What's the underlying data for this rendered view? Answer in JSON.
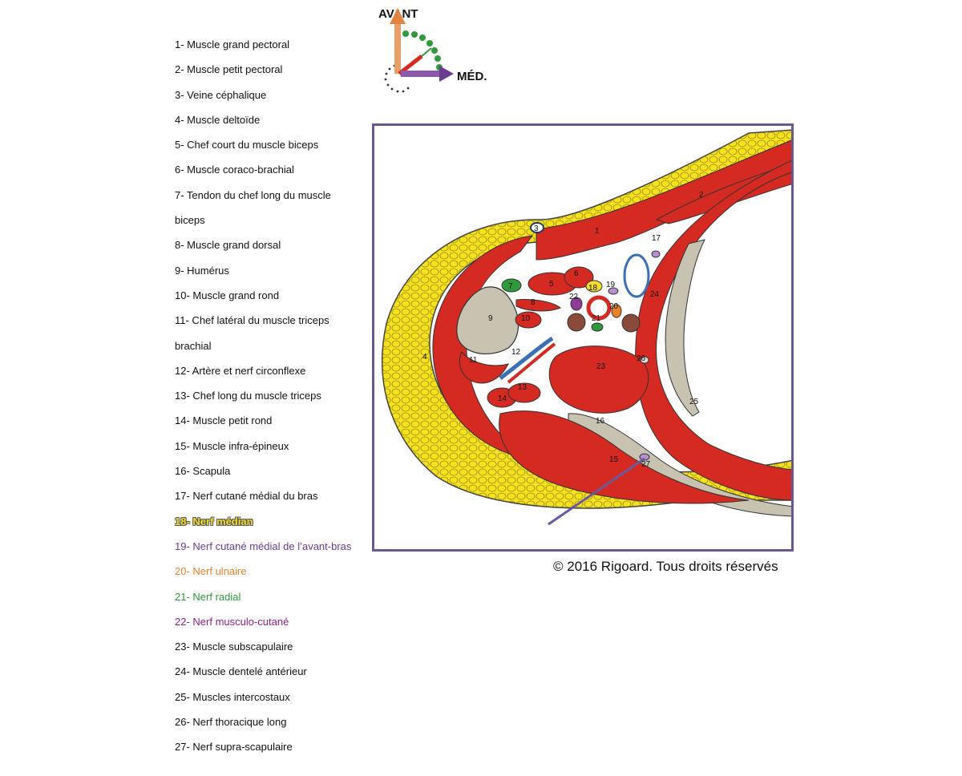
{
  "orientation": {
    "front_label": "AVANT",
    "medial_label": "MÉD."
  },
  "legend": {
    "items": [
      {
        "text": "1- Muscle grand pectoral",
        "color": "#111111"
      },
      {
        "text": "2- Muscle petit pectoral",
        "color": "#111111"
      },
      {
        "text": "3- Veine céphalique",
        "color": "#111111"
      },
      {
        "text": "4- Muscle deltoïde",
        "color": "#111111"
      },
      {
        "text": "5- Chef court du muscle biceps",
        "color": "#111111"
      },
      {
        "text": "6- Muscle coraco-brachial",
        "color": "#111111"
      },
      {
        "text": "7- Tendon du chef long du muscle",
        "color": "#111111"
      },
      {
        "text": "biceps",
        "color": "#111111"
      },
      {
        "text": "8- Muscle grand dorsal",
        "color": "#111111"
      },
      {
        "text": "9- Humérus",
        "color": "#111111"
      },
      {
        "text": "10- Muscle grand rond",
        "color": "#111111"
      },
      {
        "text": "11- Chef latéral du muscle triceps",
        "color": "#111111"
      },
      {
        "text": "brachial",
        "color": "#111111"
      },
      {
        "text": "12- Artère et nerf circonflexe",
        "color": "#111111"
      },
      {
        "text": "13- Chef long du muscle triceps",
        "color": "#111111"
      },
      {
        "text": "14- Muscle petit rond",
        "color": "#111111"
      },
      {
        "text": "15- Muscle infra-épineux",
        "color": "#111111"
      },
      {
        "text": "16- Scapula",
        "color": "#111111"
      },
      {
        "text": "17- Nerf cutané médial du bras",
        "color": "#111111"
      },
      {
        "text": "18- Nerf médian",
        "color": "#f3dd2c",
        "style": "yellow-outline"
      },
      {
        "text": "19- Nerf cutané médial de l’avant-bras",
        "color": "#6a3d8f"
      },
      {
        "text": "20- Nerf ulnaire",
        "color": "#e8812a"
      },
      {
        "text": "21- Nerf radial",
        "color": "#2e9a3a"
      },
      {
        "text": "22- Nerf musculo-cutané",
        "color": "#8e1f8a"
      },
      {
        "text": "23- Muscle subscapulaire",
        "color": "#111111"
      },
      {
        "text": "24- Muscle dentelé antérieur",
        "color": "#111111"
      },
      {
        "text": "25- Muscles intercostaux",
        "color": "#111111"
      },
      {
        "text": "26- Nerf thoracique long",
        "color": "#111111"
      },
      {
        "text": "27- Nerf supra-scapulaire",
        "color": "#111111"
      }
    ]
  },
  "figure": {
    "labels": {
      "n1": "1",
      "n2": "2",
      "n3": "3",
      "n4": "4",
      "n5": "5",
      "n6": "6",
      "n7": "7",
      "n8": "8",
      "n9": "9",
      "n10": "10",
      "n11": "11",
      "n12": "12",
      "n13": "13",
      "n14": "14",
      "n15": "15",
      "n16": "16",
      "n17": "17",
      "n18": "18",
      "n19": "19",
      "n20": "20",
      "n21": "21",
      "n22": "22",
      "n23": "23",
      "n24": "24",
      "n25": "25",
      "n26": "26",
      "n27": "27"
    },
    "colors": {
      "frame": "#6a5a8c",
      "muscle": "#d42a22",
      "fat": "#f5e21c",
      "bone": "#c8c3b0",
      "nerve_median": "#f3dd2c",
      "nerve_ulnar": "#e8812a",
      "nerve_radial": "#2e9a3a",
      "nerve_musculocutaneous": "#8e3b9a",
      "vessel_blue": "#3d6fb5",
      "pointer": "#6a5a9c"
    }
  },
  "copyright": "© 2016 Rigoard. Tous droits réservés"
}
